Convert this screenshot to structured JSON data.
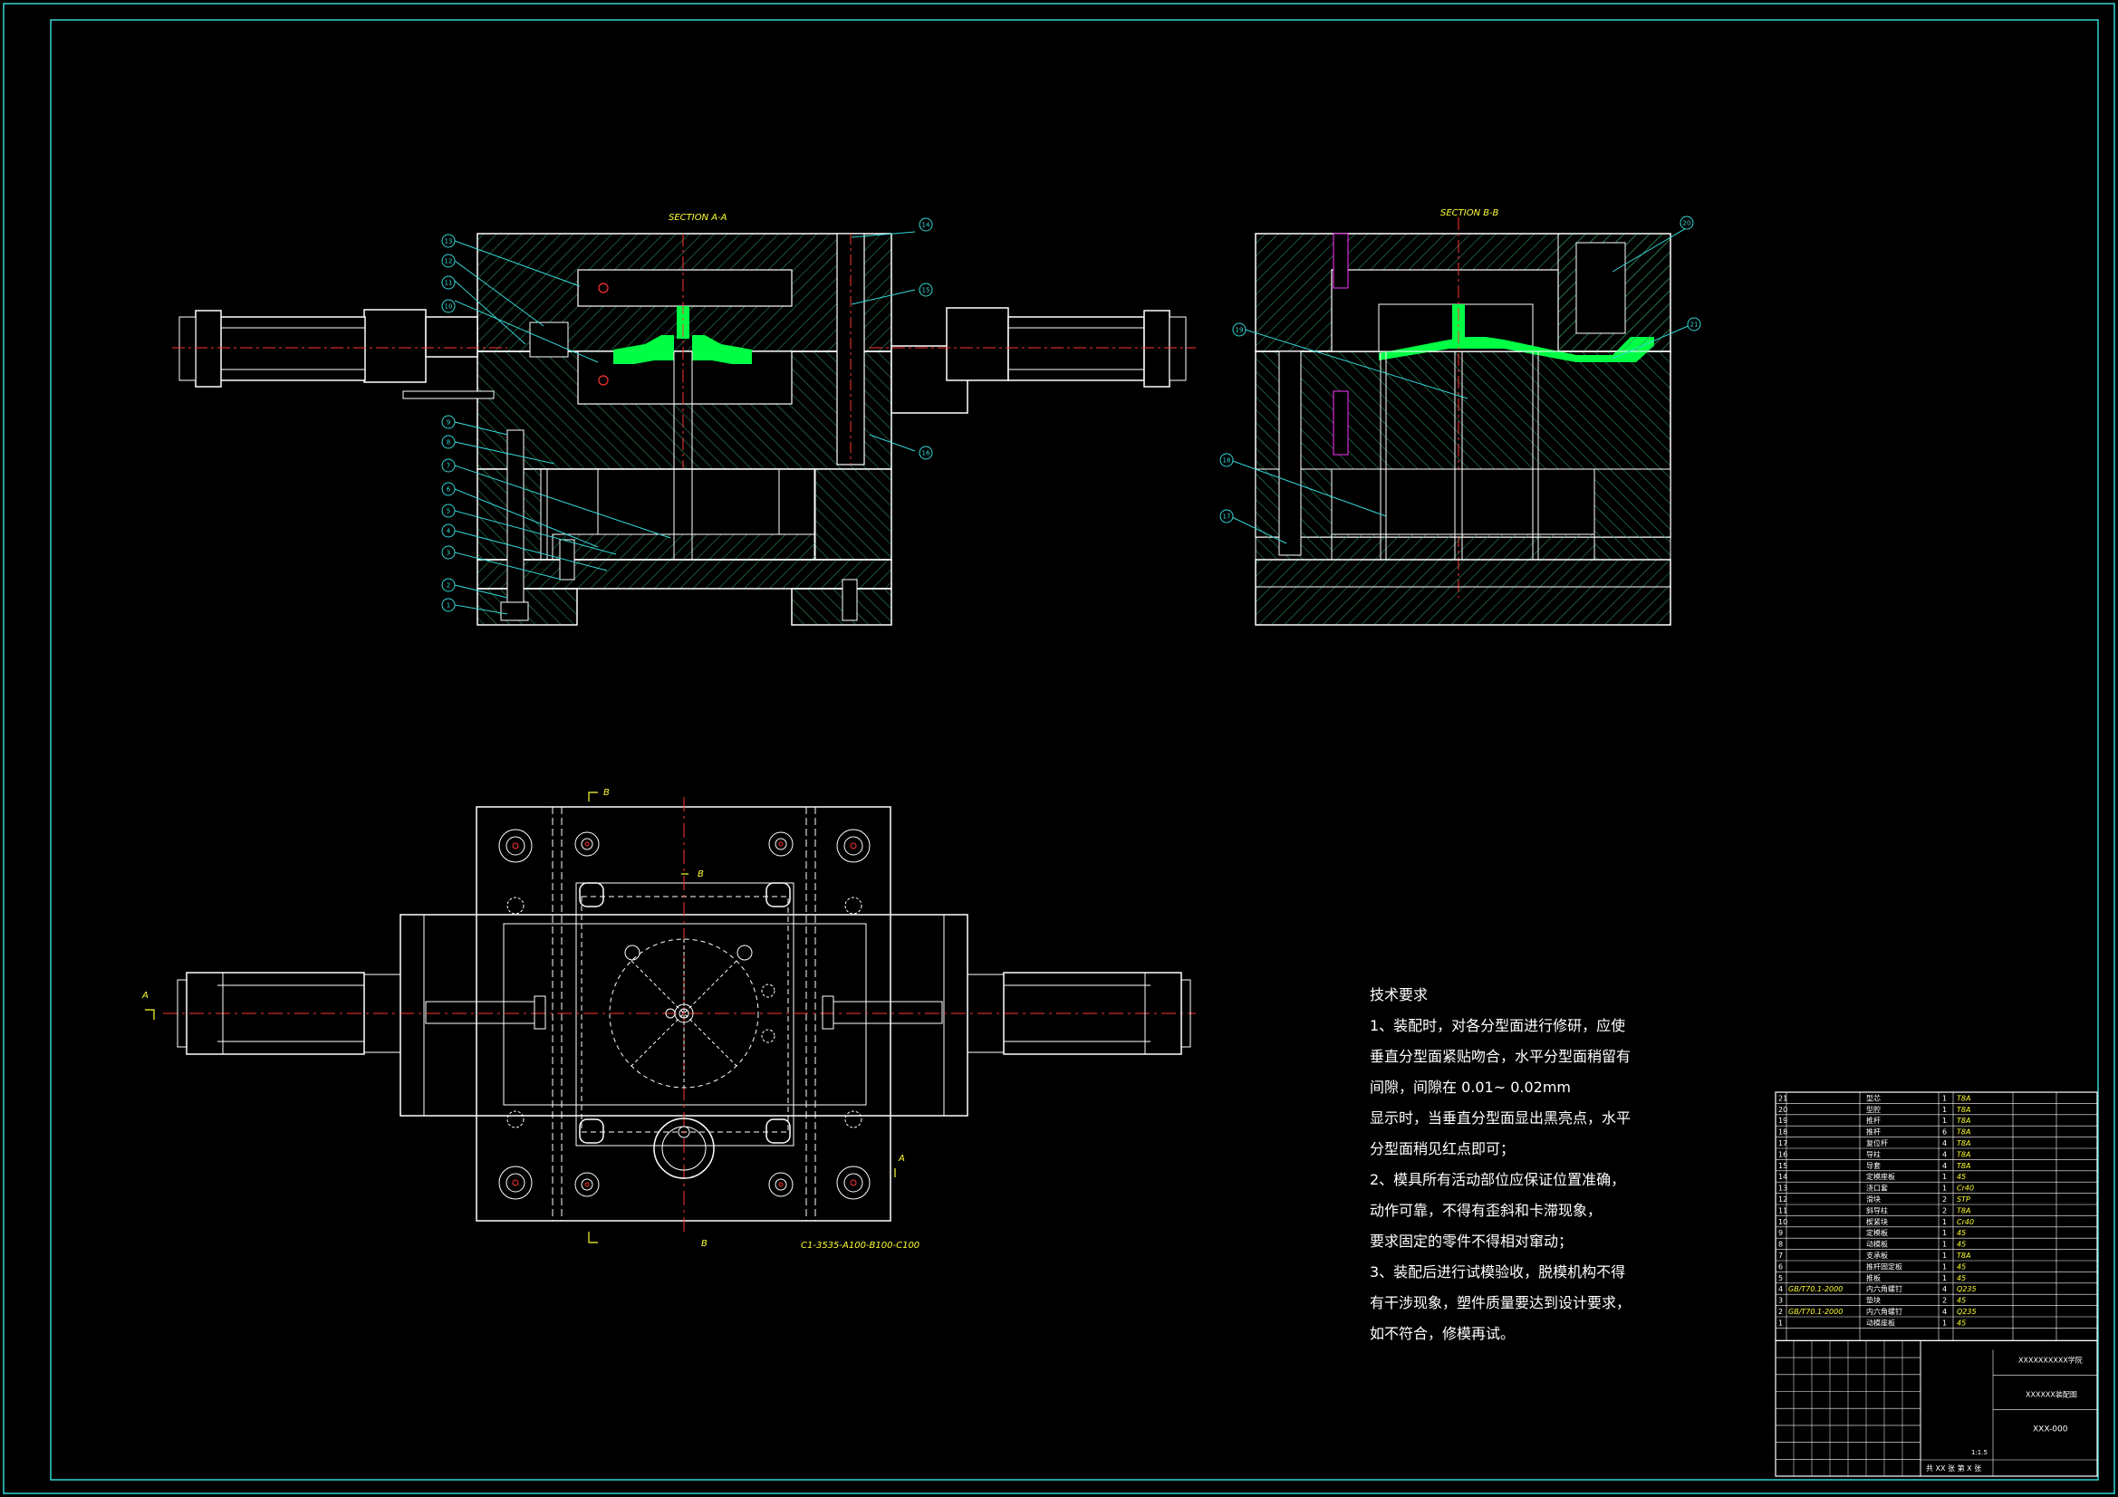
{
  "views": {
    "section_aa": "SECTION A-A",
    "section_bb": "SECTION B-B",
    "plan_note": "C1-3535-A100-B100-C100",
    "cut_a": "A",
    "cut_b": "B"
  },
  "balloons_aa": [
    "13",
    "12",
    "11",
    "10",
    "9",
    "8",
    "7",
    "6",
    "5",
    "4",
    "3",
    "2",
    "1",
    "14",
    "15",
    "16"
  ],
  "balloons_bb": [
    "20",
    "21",
    "19",
    "18",
    "17"
  ],
  "requirements": {
    "title": "技术要求",
    "lines": [
      "1、装配时，对各分型面进行修研，应使",
      "垂直分型面紧贴吻合，水平分型面稍留有",
      "间隙，间隙在  0.01~  0.02mm",
      "显示时，当垂直分型面显出黑亮点，水平",
      "分型面稍见红点即可；",
      "2、模具所有活动部位应保证位置准确，",
      "动作可靠，不得有歪斜和卡滞现象，",
      "要求固定的零件不得相对窜动；",
      "3、装配后进行试模验收，脱模机构不得",
      "有干涉现象，塑件质量要达到设计要求，",
      "如不符合，修模再试。"
    ]
  },
  "bom": [
    {
      "no": "21",
      "code": "",
      "name": "型芯",
      "qty": "1",
      "mat": "T8A",
      "note": ""
    },
    {
      "no": "20",
      "code": "",
      "name": "型腔",
      "qty": "1",
      "mat": "T8A",
      "note": ""
    },
    {
      "no": "19",
      "code": "",
      "name": "推杆",
      "qty": "1",
      "mat": "T8A",
      "note": ""
    },
    {
      "no": "18",
      "code": "",
      "name": "推杆",
      "qty": "6",
      "mat": "T8A",
      "note": ""
    },
    {
      "no": "17",
      "code": "",
      "name": "复位杆",
      "qty": "4",
      "mat": "T8A",
      "note": ""
    },
    {
      "no": "16",
      "code": "",
      "name": "导柱",
      "qty": "4",
      "mat": "T8A",
      "note": ""
    },
    {
      "no": "15",
      "code": "",
      "name": "导套",
      "qty": "4",
      "mat": "T8A",
      "note": ""
    },
    {
      "no": "14",
      "code": "",
      "name": "定模座板",
      "qty": "1",
      "mat": "45",
      "note": ""
    },
    {
      "no": "13",
      "code": "",
      "name": "浇口套",
      "qty": "1",
      "mat": "Cr40",
      "note": ""
    },
    {
      "no": "12",
      "code": "",
      "name": "滑块",
      "qty": "2",
      "mat": "STP",
      "note": ""
    },
    {
      "no": "11",
      "code": "",
      "name": "斜导柱",
      "qty": "2",
      "mat": "T8A",
      "note": ""
    },
    {
      "no": "10",
      "code": "",
      "name": "楔紧块",
      "qty": "1",
      "mat": "Cr40",
      "note": ""
    },
    {
      "no": "9",
      "code": "",
      "name": "定模板",
      "qty": "1",
      "mat": "45",
      "note": ""
    },
    {
      "no": "8",
      "code": "",
      "name": "动模板",
      "qty": "1",
      "mat": "45",
      "note": ""
    },
    {
      "no": "7",
      "code": "",
      "name": "支承板",
      "qty": "1",
      "mat": "T8A",
      "note": ""
    },
    {
      "no": "6",
      "code": "",
      "name": "推杆固定板",
      "qty": "1",
      "mat": "45",
      "note": ""
    },
    {
      "no": "5",
      "code": "",
      "name": "推板",
      "qty": "1",
      "mat": "45",
      "note": ""
    },
    {
      "no": "4",
      "code": "GB/T70.1-2000",
      "name": "内六角螺钉",
      "qty": "4",
      "mat": "Q235",
      "note": ""
    },
    {
      "no": "3",
      "code": "",
      "name": "垫块",
      "qty": "2",
      "mat": "45",
      "note": ""
    },
    {
      "no": "2",
      "code": "GB/T70.1-2000",
      "name": "内六角螺钉",
      "qty": "4",
      "mat": "Q235",
      "note": ""
    },
    {
      "no": "1",
      "code": "",
      "name": "动模座板",
      "qty": "1",
      "mat": "45",
      "note": ""
    }
  ],
  "title_block": {
    "school": "XXXXXXXXXX学院",
    "drawing_name": "XXXXXX装配图",
    "drawing_no": "XXX-000",
    "scale": "1:1.5",
    "sheets": "共 XX 张  第 X 张"
  },
  "colors": {
    "frame": "#33d6d6",
    "outline": "#ffffff",
    "hatch": "#2e8b57",
    "part": "#00ff44",
    "center": "#ff3333",
    "text": "#ffff33",
    "magenta": "#ff33ff"
  }
}
